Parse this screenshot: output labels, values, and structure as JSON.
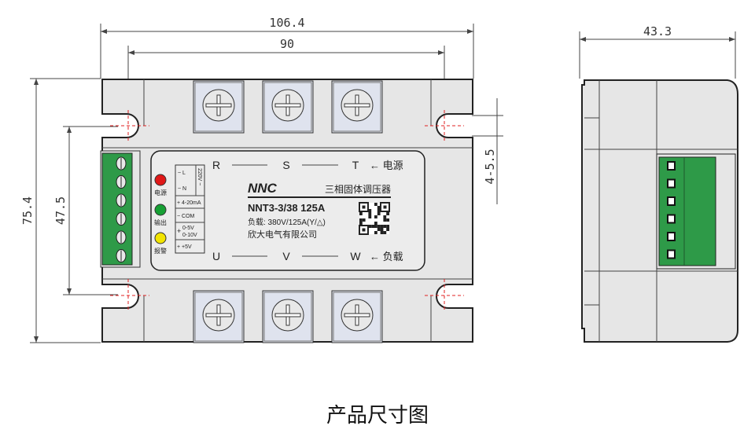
{
  "dimensions": {
    "overall_width": "106.4",
    "hole_spacing_width": "90",
    "depth": "43.3",
    "overall_height": "75.4",
    "hole_spacing_height": "47.5",
    "hole_size": "4-5.5"
  },
  "label": {
    "brand": "NNC",
    "product_name": "三相固体调压器",
    "model": "NNT3-3/38 125A",
    "load_spec": "负载: 380V/125A(Y/△)",
    "company": "欣大电气有限公司",
    "phase_input": [
      "R",
      "S",
      "T"
    ],
    "input_label": "← 电源",
    "phase_output": [
      "U",
      "V",
      "W"
    ],
    "output_label": "← 负载",
    "leds": [
      {
        "label": "电源",
        "color": "#e01818"
      },
      {
        "label": "输出",
        "color": "#16a034"
      },
      {
        "label": "报警",
        "color": "#f2e400"
      }
    ],
    "terminals": {
      "l": "~ L",
      "n": "~ N",
      "voltage": "220V ~",
      "t1": "+ 4-20mA",
      "t2": "− COM",
      "t3a": "0-5V",
      "t3b": "0-10V",
      "t3plus": "+",
      "t4": "+ +5V"
    }
  },
  "colors": {
    "terminal_green": "#2e9a48",
    "body": "#e6e6e6",
    "screw_block": "#dfe3ee"
  },
  "caption": "产品尺寸图"
}
